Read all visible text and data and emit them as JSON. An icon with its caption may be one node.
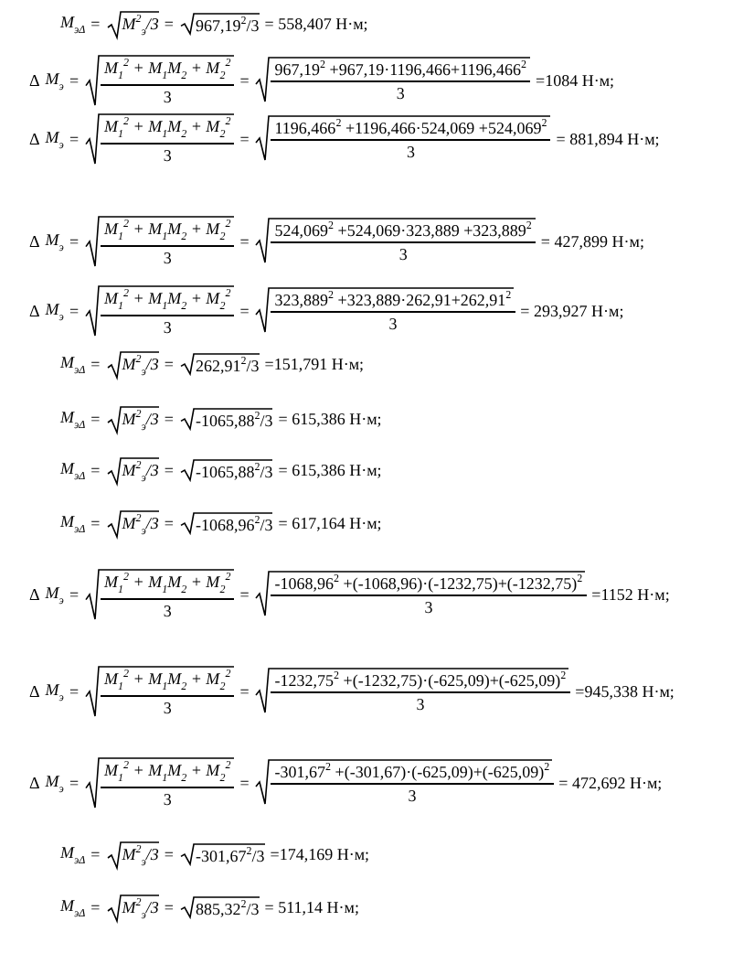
{
  "diagram": {
    "labels": [
      "M$_{эΔ}$",
      "=",
      "M$^{2}$$_{э}$/3",
      "=",
      "967,19$^{2}$/3",
      "= 558,407 Н·м;",
      "Δ",
      "M$_{э}$",
      "=",
      "M$_{1}$$^{2}$ + M$_{1}$M$_{2}$ + M$_{2}$$^{2}$",
      "3",
      "=",
      "967,19$^{2}$ +967,19·1196,466+1196,466$^{2}$",
      "3",
      "=1084 Н·м;",
      "Δ",
      "M$_{э}$",
      "=",
      "M$_{1}$$^{2}$ + M$_{1}$M$_{2}$ + M$_{2}$$^{2}$",
      "3",
      "=",
      "1196,466$^{2}$ +1196,466·524,069 +524,069$^{2}$",
      "3",
      "= 881,894 Н·м;",
      "Δ",
      "M$_{э}$",
      "=",
      "M$_{1}$$^{2}$ + M$_{1}$M$_{2}$ + M$_{2}$$^{2}$",
      "3",
      "=",
      "524,069$^{2}$ +524,069·323,889 +323,889$^{2}$",
      "3",
      "= 427,899 Н·м;",
      "Δ",
      "M$_{э}$",
      "=",
      "M$_{1}$$^{2}$ + M$_{1}$M$_{2}$ + M$_{2}$$^{2}$",
      "3",
      "=",
      "323,889$^{2}$ +323,889·262,91+262,91$^{2}$",
      "3",
      "= 293,927 Н·м;",
      "M$_{эΔ}$",
      "=",
      "M$^{2}$$_{э}$/3",
      "=",
      "262,91$^{2}$/3",
      "=151,791 Н·м;",
      "M$_{эΔ}$",
      "=",
      "M$^{2}$$_{э}$/3",
      "=",
      "-1065,88$^{2}$/3",
      "= 615,386 Н·м;",
      "M$_{эΔ}$",
      "=",
      "M$^{2}$$_{э}$/3",
      "=",
      "-1065,88$^{2}$/3",
      "= 615,386 Н·м;",
      "M$_{эΔ}$",
      "=",
      "M$^{2}$$_{э}$/3",
      "=",
      "-1068,96$^{2}$/3",
      "= 617,164 Н·м;",
      "Δ",
      "M$_{э}$",
      "=",
      "M$_{1}$$^{2}$ + M$_{1}$M$_{2}$ + M$_{2}$$^{2}$",
      "3",
      "=",
      "-1068,96$^{2}$ +(-1068,96)·(-1232,75)+(-1232,75)$^{2}$",
      "3",
      "=1152 Н·м;",
      "Δ",
      "M$_{э}$",
      "=",
      "M$_{1}$$^{2}$ + M$_{1}$M$_{2}$ + M$_{2}$$^{2}$",
      "3",
      "=",
      "-1232,75$^{2}$ +(-1232,75)·(-625,09)+(-625,09)$^{2}$",
      "3",
      "=945,338 Н·м;",
      "Δ",
      "M$_{э}$",
      "=",
      "M$_{1}$$^{2}$ + M$_{1}$M$_{2}$ + M$_{2}$$^{2}$",
      "3",
      "=",
      "-301,67$^{2}$ +(-301,67)·(-625,09)+(-625,09)$^{2}$",
      "3",
      "= 472,692 Н·м;",
      "M$_{эΔ}$",
      "=",
      "M$^{2}$$_{э}$/3",
      "=",
      "-301,67$^{2}$/3",
      "=174,169 Н·м;",
      "M$_{эΔ}$",
      "=",
      "M$^{2}$$_{э}$/3",
      "=",
      "885,32$^{2}$/3",
      "= 511,14 Н·м;"
    ]
  }
}
